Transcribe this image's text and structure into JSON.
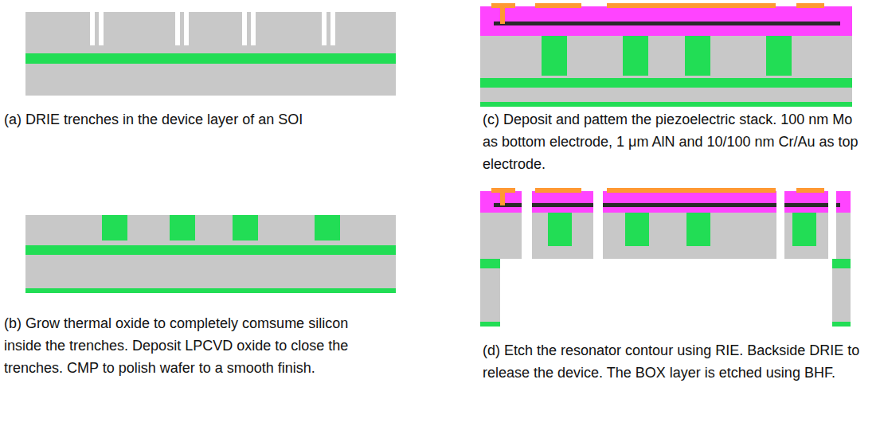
{
  "diagram": {
    "labels": [
      "(a) DRIE trenches in the device layer of an SOI",
      "(b) Grow thermal oxide to completely comsume silicon inside the trenches. Deposit LPCVD oxide to close the trenches. CMP to polish wafer to a smooth finish.",
      "(c) Deposit and pattem the piezoelectric stack. 100 nm Mo as bottom electrode, 1 μm AlN and 10/100 nm Cr/Au as top electrode.",
      "(d) Etch the resonator contour using RIE. Backside DRIE to release the device. The BOX layer is etched using BHF."
    ]
  }
}
